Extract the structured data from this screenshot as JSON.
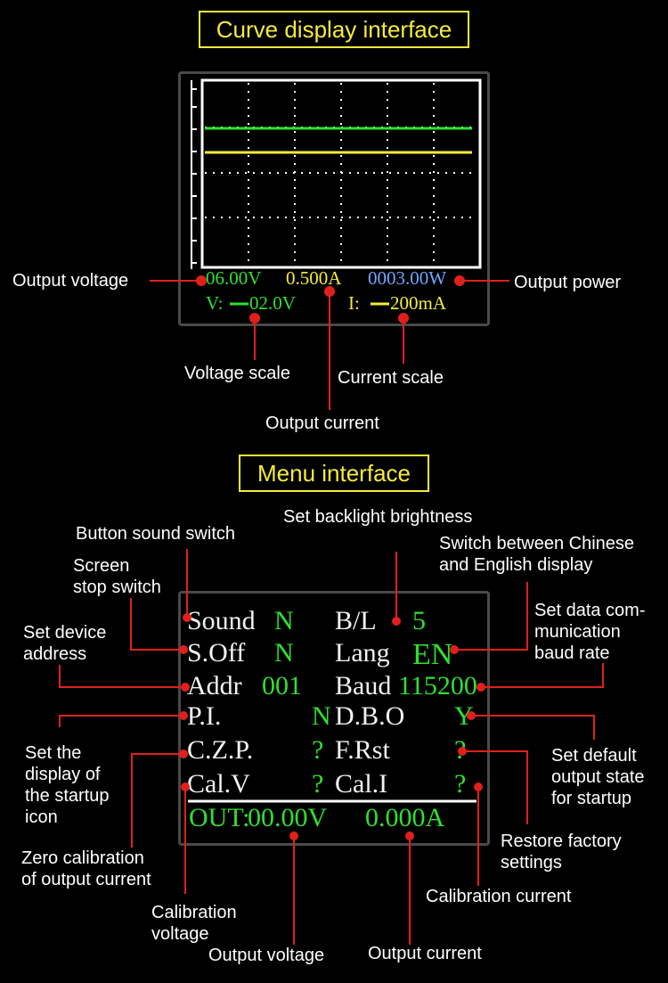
{
  "curve": {
    "title": "Curve display interface",
    "voltage": "06.00V",
    "current": "0.500A",
    "power": "0003.00W",
    "vscale_prefix": "V:",
    "vscale_value": "02.0V",
    "iscale_prefix": "I:",
    "iscale_value": "200mA",
    "labels": {
      "output_voltage": "Output voltage",
      "output_power": "Output power",
      "voltage_scale": "Voltage scale",
      "current_scale": "Current scale",
      "output_current": "Output current"
    },
    "colors": {
      "voltage_line": "#2fe02f",
      "current_line": "#f5ec3a",
      "power": "#6ea8ff"
    }
  },
  "menu": {
    "title": "Menu interface",
    "rows": [
      {
        "left_key": "Sound",
        "left_val": "N",
        "right_key": "B/L",
        "right_val": "5"
      },
      {
        "left_key": "S.Off",
        "left_val": "N",
        "right_key": "Lang",
        "right_val": "EN"
      },
      {
        "left_key": "Addr",
        "left_val": "001",
        "right_key": "Baud",
        "right_val": "115200"
      },
      {
        "left_key": "P.I.",
        "left_val": "N",
        "right_key": "D.B.O",
        "right_val": "Y"
      },
      {
        "left_key": "C.Z.P.",
        "left_val": "?",
        "right_key": "F.Rst",
        "right_val": "?"
      },
      {
        "left_key": "Cal.V",
        "left_val": "?",
        "right_key": "Cal.I",
        "right_val": "?"
      }
    ],
    "out_label": "OUT:",
    "out_voltage": "00.00V",
    "out_current": "0.000A",
    "labels": {
      "button_sound": "Button sound switch",
      "backlight": "Set backlight brightness",
      "lang_line1": "Switch between Chinese",
      "lang_line2": "and English display",
      "screen_stop_1": "Screen",
      "screen_stop_2": "stop switch",
      "baud_1": "Set data com-",
      "baud_2": "munication",
      "baud_3": "baud rate",
      "address_1": "Set device",
      "address_2": "address",
      "startup_icon_1": "Set the",
      "startup_icon_2": "display of",
      "startup_icon_3": "the startup",
      "startup_icon_4": "icon",
      "default_out_1": "Set default",
      "default_out_2": "output state",
      "default_out_3": "for startup",
      "zero_cal_1": "Zero calibration",
      "zero_cal_2": "of output current",
      "factory_1": "Restore factory",
      "factory_2": "settings",
      "cal_current": "Calibration current",
      "cal_voltage_1": "Calibration",
      "cal_voltage_2": "voltage",
      "out_voltage": "Output voltage",
      "out_current": "Output current"
    }
  }
}
